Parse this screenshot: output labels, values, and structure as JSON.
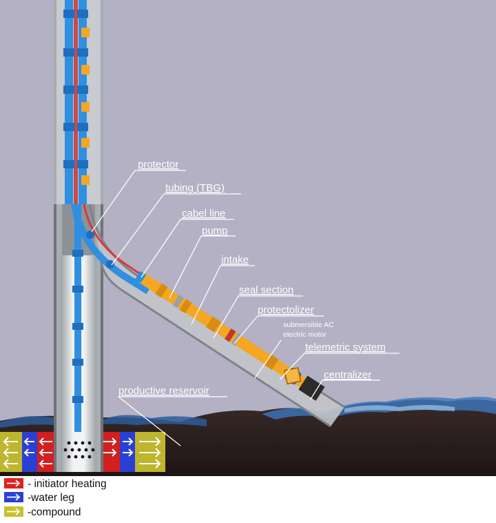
{
  "labels": {
    "protector": "protector",
    "tubing": "tubing (TBG)",
    "cable_line": "cabel line",
    "pump": "pump",
    "intake": "intake",
    "seal_section": "seal section",
    "protectolizer": "protectolizer",
    "motor_line1": "submersible AC",
    "motor_line2": "electric motor",
    "telemetric": "telemetric system",
    "centralizer": "centralizer",
    "reservoir": "productive reservoir"
  },
  "legend": [
    {
      "text": "- initiator heating",
      "color": "#e02020"
    },
    {
      "text": "-water leg",
      "color": "#2a3fd6"
    },
    {
      "text": "-compound",
      "color": "#c8c02a"
    }
  ],
  "colors": {
    "sky": "#b3b1c3",
    "ground": "#2a1f1f",
    "tubing": "#2f8fe0",
    "pump": "#f5a623",
    "casing": "#bfc3c7"
  }
}
